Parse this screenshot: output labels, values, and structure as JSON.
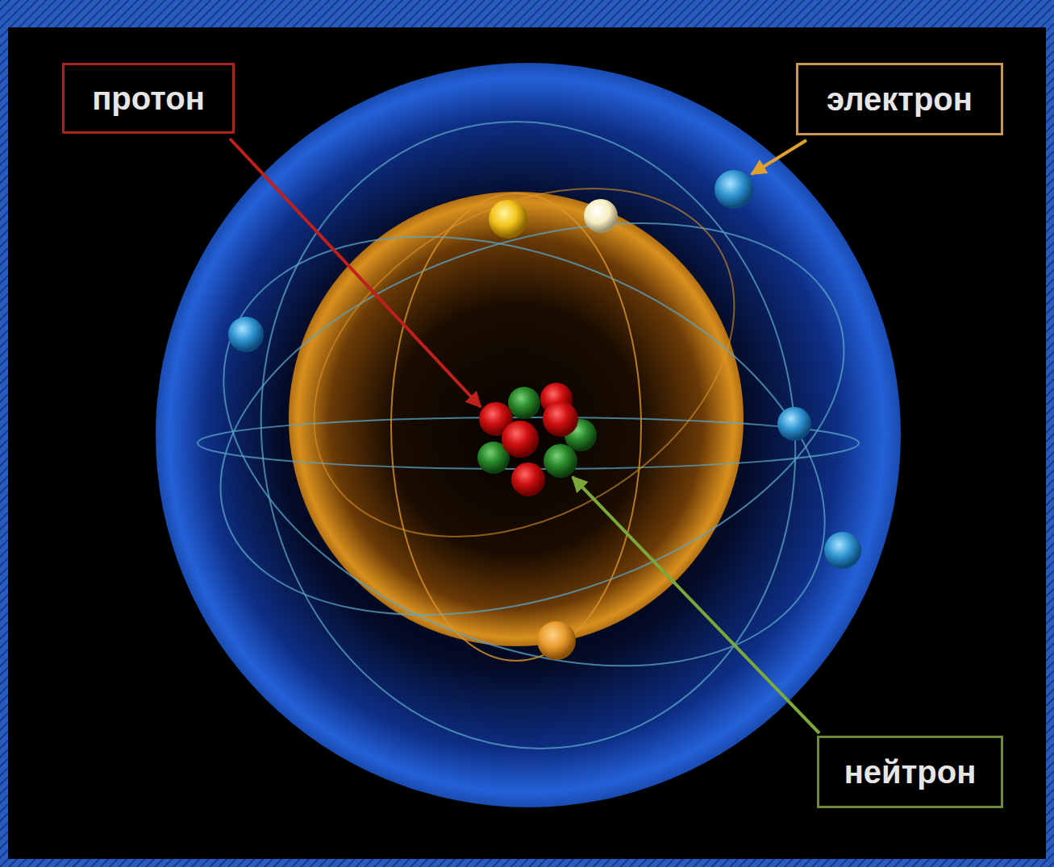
{
  "diagram": {
    "nodes": [
      {
        "text": [
          "протон"
        ]
      },
      {
        "text": [
          "электрон"
        ]
      },
      {
        "text": [
          "нейтрон"
        ]
      }
    ]
  }
}
